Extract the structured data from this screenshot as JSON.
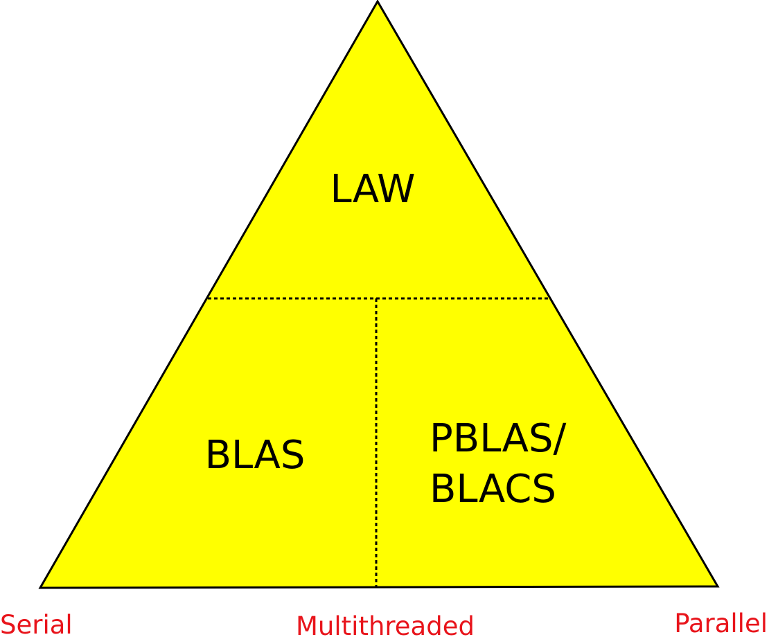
{
  "colors": {
    "fill": "#ffff00",
    "outline": "#000000",
    "divider": "#000000",
    "axis_text": "#e8141b",
    "region_text": "#000000"
  },
  "regions": {
    "top": "LAW",
    "bottom_left": "BLAS",
    "bottom_right_line1": "PBLAS/",
    "bottom_right_line2": "BLACS"
  },
  "axis_labels": {
    "left": "Serial",
    "center": "Multithreaded",
    "right": "Parallel"
  }
}
